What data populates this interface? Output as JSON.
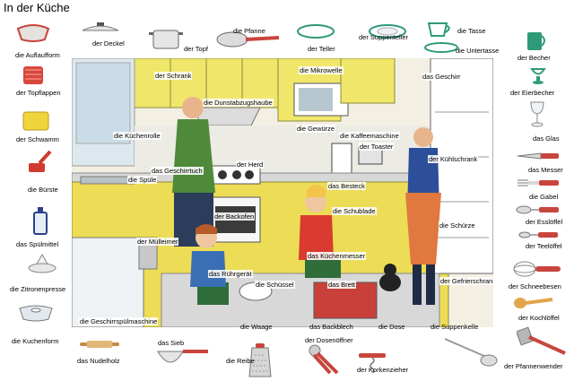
{
  "title": "In der Küche",
  "icons": [
    "pie-dish-icon",
    "pot-holder-icon",
    "sponge-icon",
    "scrub-brush-icon",
    "dish-soap-icon",
    "lemon-squeezer-icon",
    "cake-mold-icon",
    "lid-icon",
    "pot-icon",
    "frying-pan-icon",
    "plate-icon",
    "saucer-icon",
    "cup-icon",
    "mug-icon",
    "egg-cup-icon",
    "wine-glass-icon",
    "knife-icon",
    "fork-icon",
    "tablespoon-icon",
    "teaspoon-icon",
    "whisk-icon",
    "wooden-spoon-icon",
    "spatula-icon",
    "ladle-icon",
    "corkscrew-icon",
    "can-opener-icon",
    "grater-icon",
    "sieve-icon",
    "rolling-pin-icon"
  ],
  "labels": {
    "auflaufform": "die Auflaufform",
    "topflappen": "der Topflappen",
    "schwamm": "der Schwamm",
    "buerste": "die Bürste",
    "spuelmittel": "das Spülmittel",
    "zitronenpresse": "die Zitronenpresse",
    "kuchenform": "die Kuchenform",
    "nudelholz": "das Nudelholz",
    "deckel": "der Deckel",
    "topf": "der Topf",
    "pfanne": "die Pfanne",
    "teller": "der Teller",
    "suppenteller": "der Suppenteller",
    "tasse": "die Tasse",
    "untertasse": "die Untertasse",
    "becher": "der Becher",
    "eierbecher": "der Eierbecher",
    "glas": "das Glas",
    "messer": "das Messer",
    "gabel": "die Gabel",
    "essloeffel": "der Esslöffel",
    "teeloeffel": "der Teelöffel",
    "schneebesen": "der Schneebesen",
    "kochloeffel": "der Kochlöffel",
    "pfannenwender": "der Pfannenwender",
    "suppenkelle": "die Suppenkelle",
    "korkenzieher": "der Korkenzieher",
    "dosenoeffner": "der Dosenöffner",
    "reibe": "die Reibe",
    "sieb": "das Sieb",
    "schrank": "der Schrank",
    "mikrowelle": "die Mikrowelle",
    "geschirr": "das Geschirr",
    "dunstabzugshaube": "die Dunstabzugshaube",
    "kuechenrolle": "die Küchenrolle",
    "gewuerze": "die Gewürze",
    "kaffeemaschine": "die Kaffeemaschine",
    "toaster": "der Toaster",
    "kuehlschrank": "der Kühlschrank",
    "geschirrtuch": "das Geschirrtuch",
    "herd": "der Herd",
    "spuele": "die Spüle",
    "besteck": "das Besteck",
    "schublade": "die Schublade",
    "backofen": "der Backofen",
    "muelleimer": "der Mülleimer",
    "schuerze": "die Schürze",
    "kuechenmesser": "das Küchenmesser",
    "ruehrgeraet": "das Rührgerät",
    "schuessel": "die Schüssel",
    "brett": "das Brett",
    "gefrierschrank": "der Gefrierschrank",
    "geschirrspuelmaschine": "die Geschirrspülmaschine",
    "waage": "die Waage",
    "backblech": "das Backblech",
    "dose": "die Dose"
  }
}
